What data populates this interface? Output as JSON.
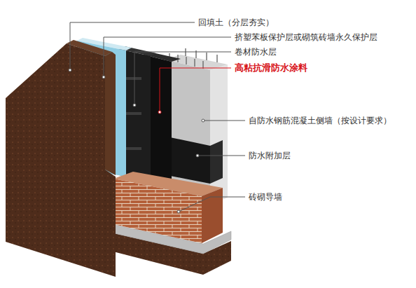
{
  "diagram": {
    "labels": [
      "回填土（分层夯实）",
      "挤塑苯板保护层或砌筑砖墙永久保护层",
      "卷材防水层",
      "高粘抗滑防水涂料",
      "自防水钢筋混凝土侧墙（按设计要求）",
      "防水附加层",
      "砖砌导墙"
    ]
  }
}
